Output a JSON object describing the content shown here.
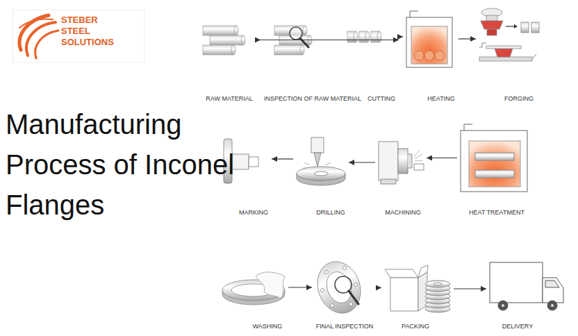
{
  "diagram": {
    "title": "Manufacturing Process of Inconel Flanges",
    "nodes": [
      {
        "text": [
          "RAW MATERIAL"
        ]
      },
      {
        "text": [
          "INSPECTION OF RAW MATERIAL"
        ]
      },
      {
        "text": [
          "CUTTING"
        ]
      },
      {
        "text": [
          "HEATING"
        ]
      },
      {
        "text": [
          "FORGING"
        ]
      },
      {
        "text": [
          "MARKING"
        ]
      },
      {
        "text": [
          "DRILLING"
        ]
      },
      {
        "text": [
          "MACHINING"
        ]
      },
      {
        "text": [
          "HEAT TREATMENT"
        ]
      },
      {
        "text": [
          "WASHING"
        ]
      },
      {
        "text": [
          "FINAL INSPECTION"
        ]
      },
      {
        "text": [
          "PACKING"
        ]
      },
      {
        "text": [
          "DELIVERY"
        ]
      }
    ],
    "edges": [
      {
        "from": 0,
        "to": 1,
        "arrow": "to"
      },
      {
        "from": 1,
        "to": 2,
        "arrow": "to"
      },
      {
        "from": 2,
        "to": 3,
        "arrow": "to"
      },
      {
        "from": 3,
        "to": 4,
        "arrow": "to"
      },
      {
        "from": 8,
        "to": 7,
        "arrow": "to"
      },
      {
        "from": 7,
        "to": 6,
        "arrow": "to"
      },
      {
        "from": 6,
        "to": 5,
        "arrow": "to"
      },
      {
        "from": 9,
        "to": 10,
        "arrow": "to"
      },
      {
        "from": 10,
        "to": 11,
        "arrow": "to"
      },
      {
        "from": 11,
        "to": 12,
        "arrow": "to"
      }
    ],
    "labels": [
      "STEBER STEEL SOLUTIONS"
    ]
  }
}
